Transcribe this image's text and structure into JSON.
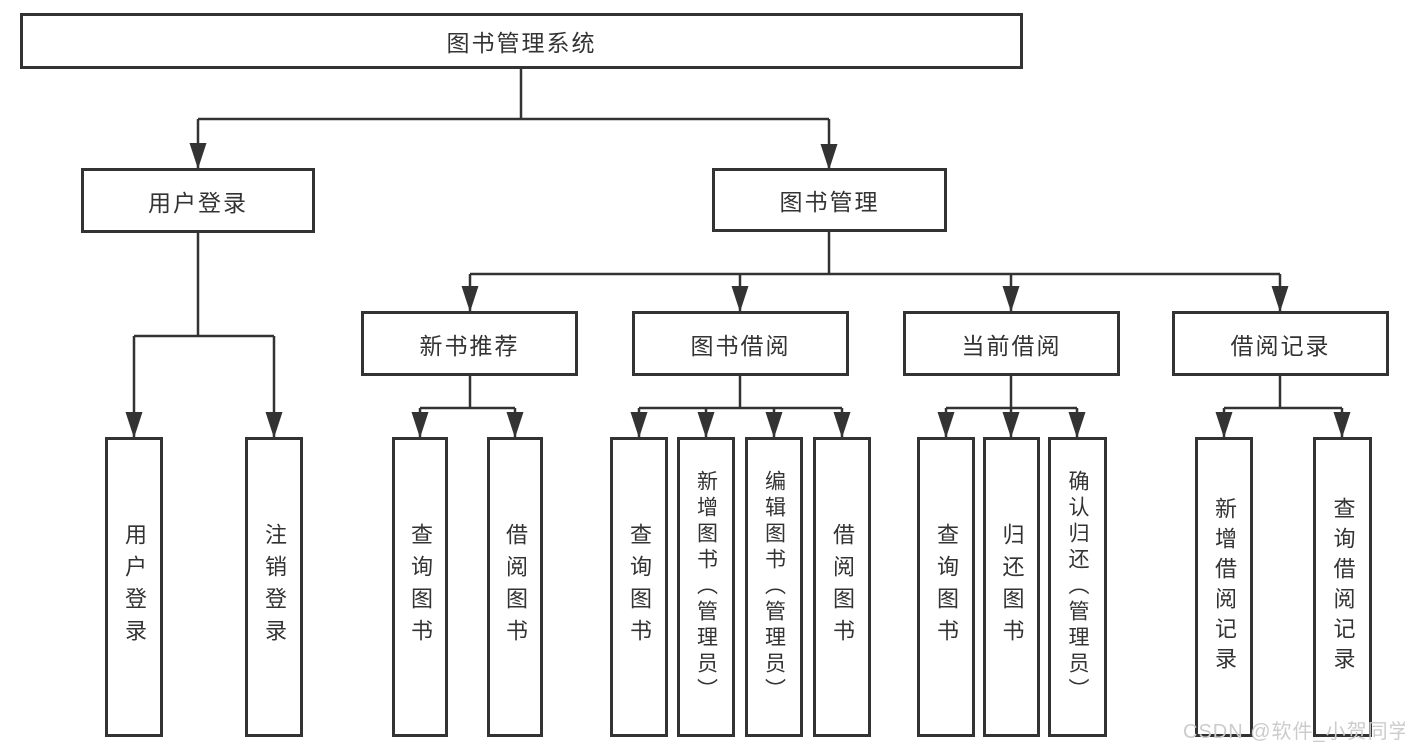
{
  "diagram": {
    "root": {
      "label": "图书管理系统"
    },
    "level2": [
      {
        "label": "用户登录"
      },
      {
        "label": "图书管理"
      }
    ],
    "level3": [
      {
        "label": "新书推荐"
      },
      {
        "label": "图书借阅"
      },
      {
        "label": "当前借阅"
      },
      {
        "label": "借阅记录"
      }
    ],
    "leaves": {
      "user_login": [
        {
          "label": "用户登录"
        },
        {
          "label": "注销登录"
        }
      ],
      "new_book": [
        {
          "label": "查询图书"
        },
        {
          "label": "借阅图书"
        }
      ],
      "book_borrow": [
        {
          "label": "查询图书"
        },
        {
          "label": "新增图书（管理员）"
        },
        {
          "label": "编辑图书（管理员）"
        },
        {
          "label": "借阅图书"
        }
      ],
      "current_borrow": [
        {
          "label": "查询图书"
        },
        {
          "label": "归还图书"
        },
        {
          "label": "确认归还（管理员）"
        }
      ],
      "borrow_record": [
        {
          "label": "新增借阅记录"
        },
        {
          "label": "查询借阅记录"
        }
      ]
    },
    "watermark": "CSDN @软件_小贺同学",
    "colors": {
      "line": "#333333",
      "box_border": "#333333",
      "box_background": "#ffffff",
      "text": "#333333",
      "watermark": "#cccccc"
    }
  }
}
